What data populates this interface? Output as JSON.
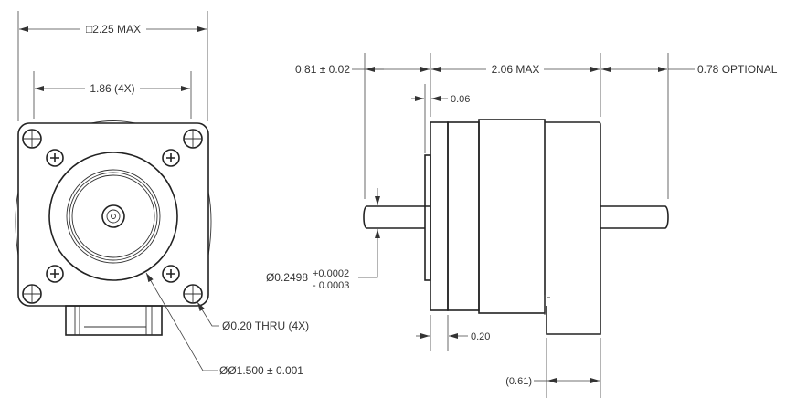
{
  "front_view": {
    "overall_width": "□2.25 MAX",
    "hole_spacing": "1.86 (4X)",
    "mounting_hole": "Ø0.20 THRU (4X)",
    "pilot_diameter": "ØØ1.500 ± 0.001"
  },
  "side_view": {
    "front_shaft_length": "0.81 ± 0.02",
    "body_length": "2.06 MAX",
    "rear_shaft_length": "0.78 OPTIONAL",
    "pilot_depth": "0.06",
    "flange_thickness": "0.20",
    "connector_offset": "(0.61)",
    "shaft_diameter": "Ø0.2498",
    "shaft_tol_plus": "+0.0002",
    "shaft_tol_minus": "- 0.0003"
  }
}
